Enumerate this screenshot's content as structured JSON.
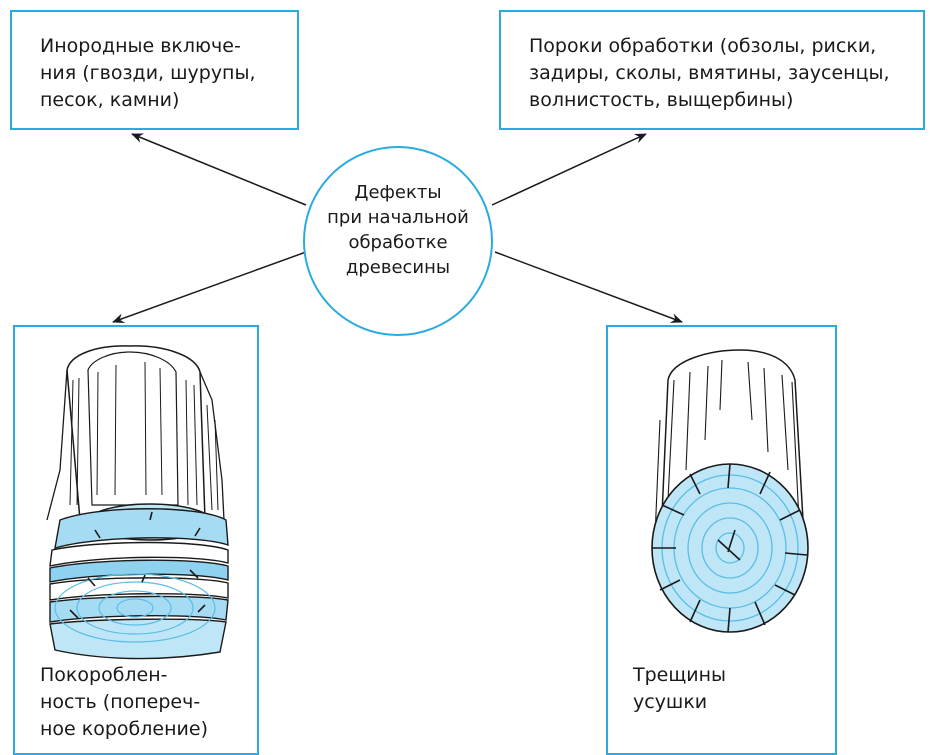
{
  "center": {
    "label": "Дефекты\nпри начальной\nобработке\nдревесины"
  },
  "boxes": {
    "top_left": "Инородные включе-\nния (гвозди, шурупы,\nпесок, камни)",
    "top_right": "Пороки обработки (обзолы, риски,\nзадиры, сколы, вмятины, заусенцы,\nволнистость, выщербины)",
    "bottom_left": "Покороблен-\nность (попереч-\nное коробление)",
    "bottom_right": "Трещины\nусушки"
  },
  "colors": {
    "accent": "#29abe2",
    "wood_tone": "#ffffff",
    "rings": "#5bbde6",
    "ink": "#1a1a1a"
  }
}
